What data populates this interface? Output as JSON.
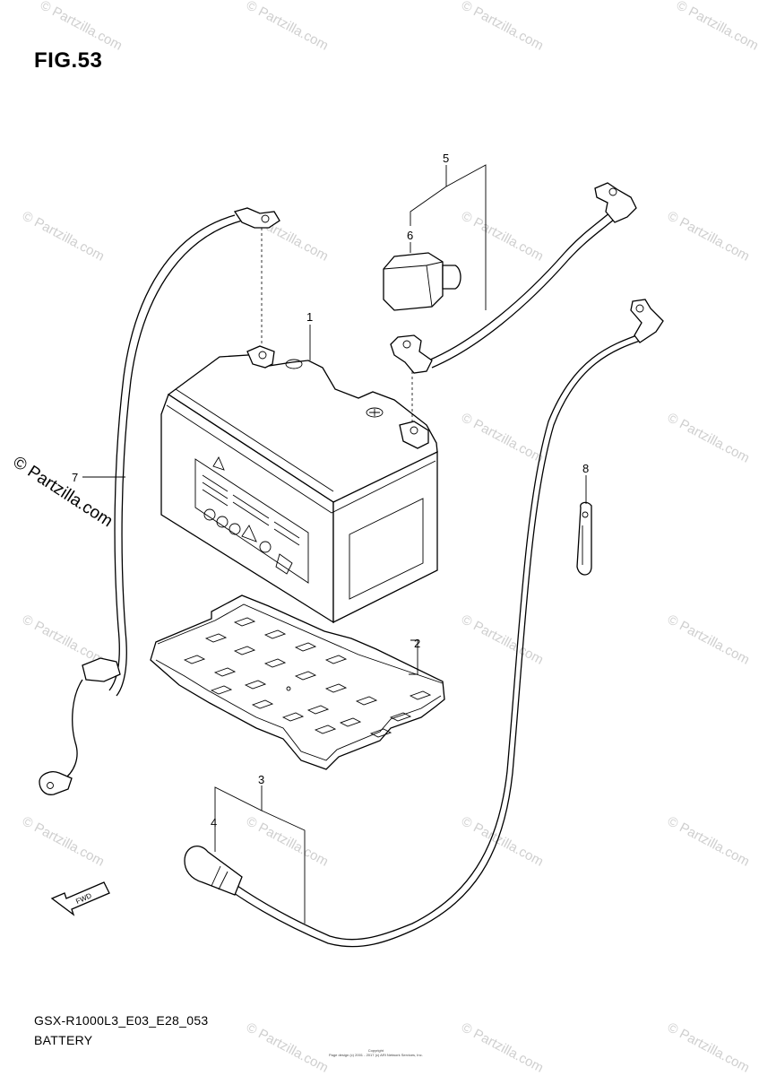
{
  "figure": {
    "title": "FIG.53",
    "code": "GSX-R1000L3_E03_E28_053",
    "name": "BATTERY",
    "copyright": [
      "Copyright",
      "Page design (c) 2001 - 2017 (c) ARI Network Services, Inc."
    ]
  },
  "watermark": {
    "text": "© Partzilla.com",
    "large_text": "© Partzilla.com"
  },
  "fwd_label": "FWD",
  "callouts": [
    {
      "id": "1",
      "label": "1"
    },
    {
      "id": "2",
      "label": "2"
    },
    {
      "id": "3",
      "label": "3"
    },
    {
      "id": "4",
      "label": "4"
    },
    {
      "id": "5",
      "label": "5"
    },
    {
      "id": "6",
      "label": "6"
    },
    {
      "id": "7",
      "label": "7"
    },
    {
      "id": "8",
      "label": "8"
    }
  ]
}
